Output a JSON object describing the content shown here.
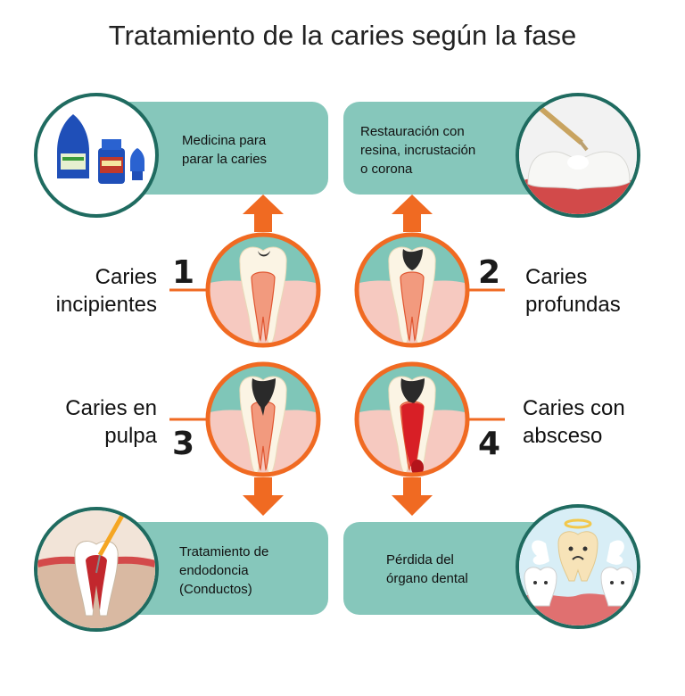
{
  "title": "Tratamiento de la caries según la fase",
  "colors": {
    "teal_box": "#86c7bb",
    "teal_dark": "#1f6b60",
    "orange": "#f06a22",
    "gum": "#f6c9c0",
    "decay": "#2a2a2a",
    "pulp": "#e0552f"
  },
  "stages": [
    {
      "number": "1",
      "label_line1": "Caries",
      "label_line2": "incipientes",
      "treatment": [
        "Medicina para",
        "parar la caries"
      ]
    },
    {
      "number": "2",
      "label_line1": "Caries",
      "label_line2": "profundas",
      "treatment": [
        "Restauración con",
        "resina, incrustación",
        "o corona"
      ]
    },
    {
      "number": "3",
      "label_line1": "Caries en",
      "label_line2": "pulpa",
      "treatment": [
        "Tratamiento de",
        "endodoncia",
        "(Conductos)"
      ]
    },
    {
      "number": "4",
      "label_line1": "Caries con",
      "label_line2": "absceso",
      "treatment": [
        "Pérdida del",
        "órgano dental"
      ]
    }
  ],
  "icons": [
    "fluoride-bottles-icon",
    "resin-filling-icon",
    "root-canal-icon",
    "lost-tooth-angel-icon"
  ]
}
